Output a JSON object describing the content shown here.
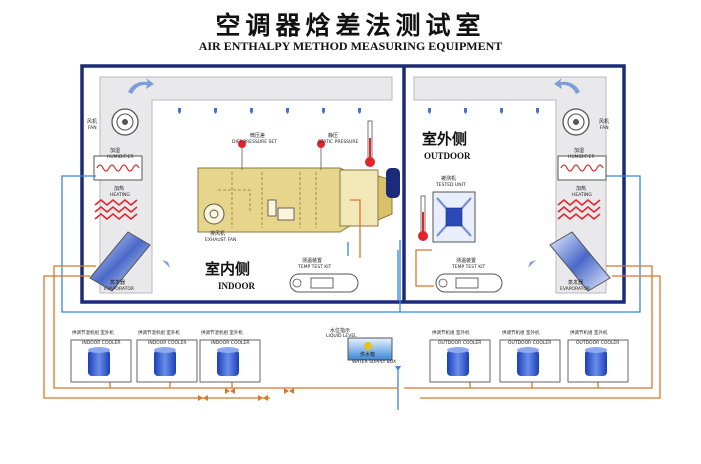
{
  "title": {
    "cn": "空调器焓差法测试室",
    "en": "AIR ENTHALPY METHOD MEASURING EQUIPMENT"
  },
  "rooms": {
    "indoor": {
      "cn": "室内侧",
      "en": "INDOOR"
    },
    "outdoor": {
      "cn": "室外侧",
      "en": "OUTDOOR"
    }
  },
  "left_column": {
    "fan_cn": "风机",
    "fan_en": "FAN",
    "humidifier_cn": "加湿",
    "humidifier_en": "HUMIDIFIER",
    "heater_cn": "加热",
    "heater_en": "HEATING",
    "evaporator_cn": "蒸发器",
    "evaporator_en": "EVAPORATOR"
  },
  "right_column": {
    "fan_cn": "风机",
    "fan_en": "FAN",
    "humidifier_cn": "加湿",
    "humidifier_en": "HUMIDIFIER",
    "heater_cn": "加热",
    "heater_en": "HEATING",
    "evaporator_cn": "蒸发器",
    "evaporator_en": "EVAPORATOR"
  },
  "indoor_labels": {
    "dp_cn": "微压差",
    "dp_en": "DIFF PRESSURE SET",
    "sp_cn": "静压",
    "sp_en": "STATIC PRESSURE",
    "exhaust_cn": "排风机",
    "exhaust_en": "EXHAUST FAN",
    "temp_cn": "测温装置",
    "temp_en": "TEMP TEST KIT"
  },
  "outdoor_labels": {
    "unit_cn": "被测机",
    "unit_en": "TESTED UNIT",
    "temp_cn": "测温装置",
    "temp_en": "TEMP TEST KIT"
  },
  "tank": {
    "level_cn": "水位指示",
    "level_en": "LIQUID LEVEL",
    "name_cn": "供水箱",
    "name_en": "WATER SUPPLY BOX"
  },
  "compressors_left": [
    {
      "cn": "供调节湿机组 室外机",
      "en": "INDOOR COOLER"
    },
    {
      "cn": "供调节湿机组 室外机",
      "en": "INDOOR COOLER"
    },
    {
      "cn": "供调节湿机组 室外机",
      "en": "INDOOR COOLER"
    }
  ],
  "compressors_right": [
    {
      "cn": "供调节机组 室外机",
      "en": "OUTDOOR COOLER"
    },
    {
      "cn": "供调节机组 室外机",
      "en": "OUTDOOR COOLER"
    },
    {
      "cn": "供调节机组 室外机",
      "en": "OUTDOOR COOLER"
    }
  ],
  "colors": {
    "wall": "#1c2a7a",
    "pipe_blue": "#3a86d8",
    "pipe_orange": "#d8782a",
    "unit_yellow": "#e8d58c",
    "heater_red": "#e0262b",
    "arrow_blue": "#4a72c8"
  }
}
